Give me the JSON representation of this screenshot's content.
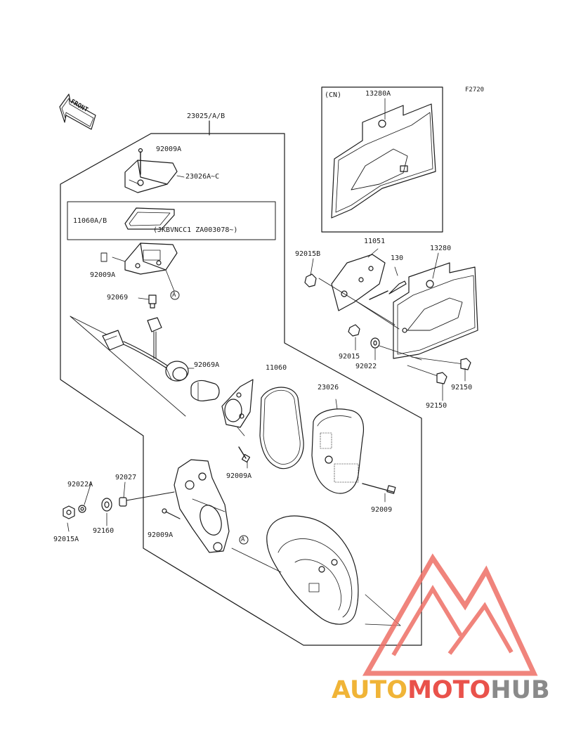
{
  "figure_code": "F2720",
  "front_label": "FRONT",
  "note_cn": "(CN)",
  "note_vin": "(JKBVNCC1 ZA003078~)",
  "callout_a": "A",
  "parts": {
    "p23025": "23025/A/B",
    "p92009A_top": "92009A",
    "p23026A": "23026A~C",
    "p11060A": "11060A/B",
    "p92009A_mid": "92009A",
    "p92069": "92069",
    "p92069A": "92069A",
    "p11060": "11060",
    "p23026": "23026",
    "p92009A_lens": "92009A",
    "p92009": "92009",
    "p92022A": "92022A",
    "p92027": "92027",
    "p92015A": "92015A",
    "p92160": "92160",
    "p92009A_bottom": "92009A",
    "p13280A": "13280A",
    "p11051": "11051",
    "p92015B": "92015B",
    "p130": "130",
    "p13280": "13280",
    "p92015": "92015",
    "p92022": "92022",
    "p92150_right": "92150",
    "p92150_left": "92150"
  },
  "watermark": {
    "part1": "AUTO",
    "part2": "MOTO",
    "part3": "HUB",
    "colors": {
      "auto": "#f0b437",
      "moto": "#e9524b",
      "hub": "#8a8a8a",
      "triangle": "#ee6f66"
    }
  }
}
